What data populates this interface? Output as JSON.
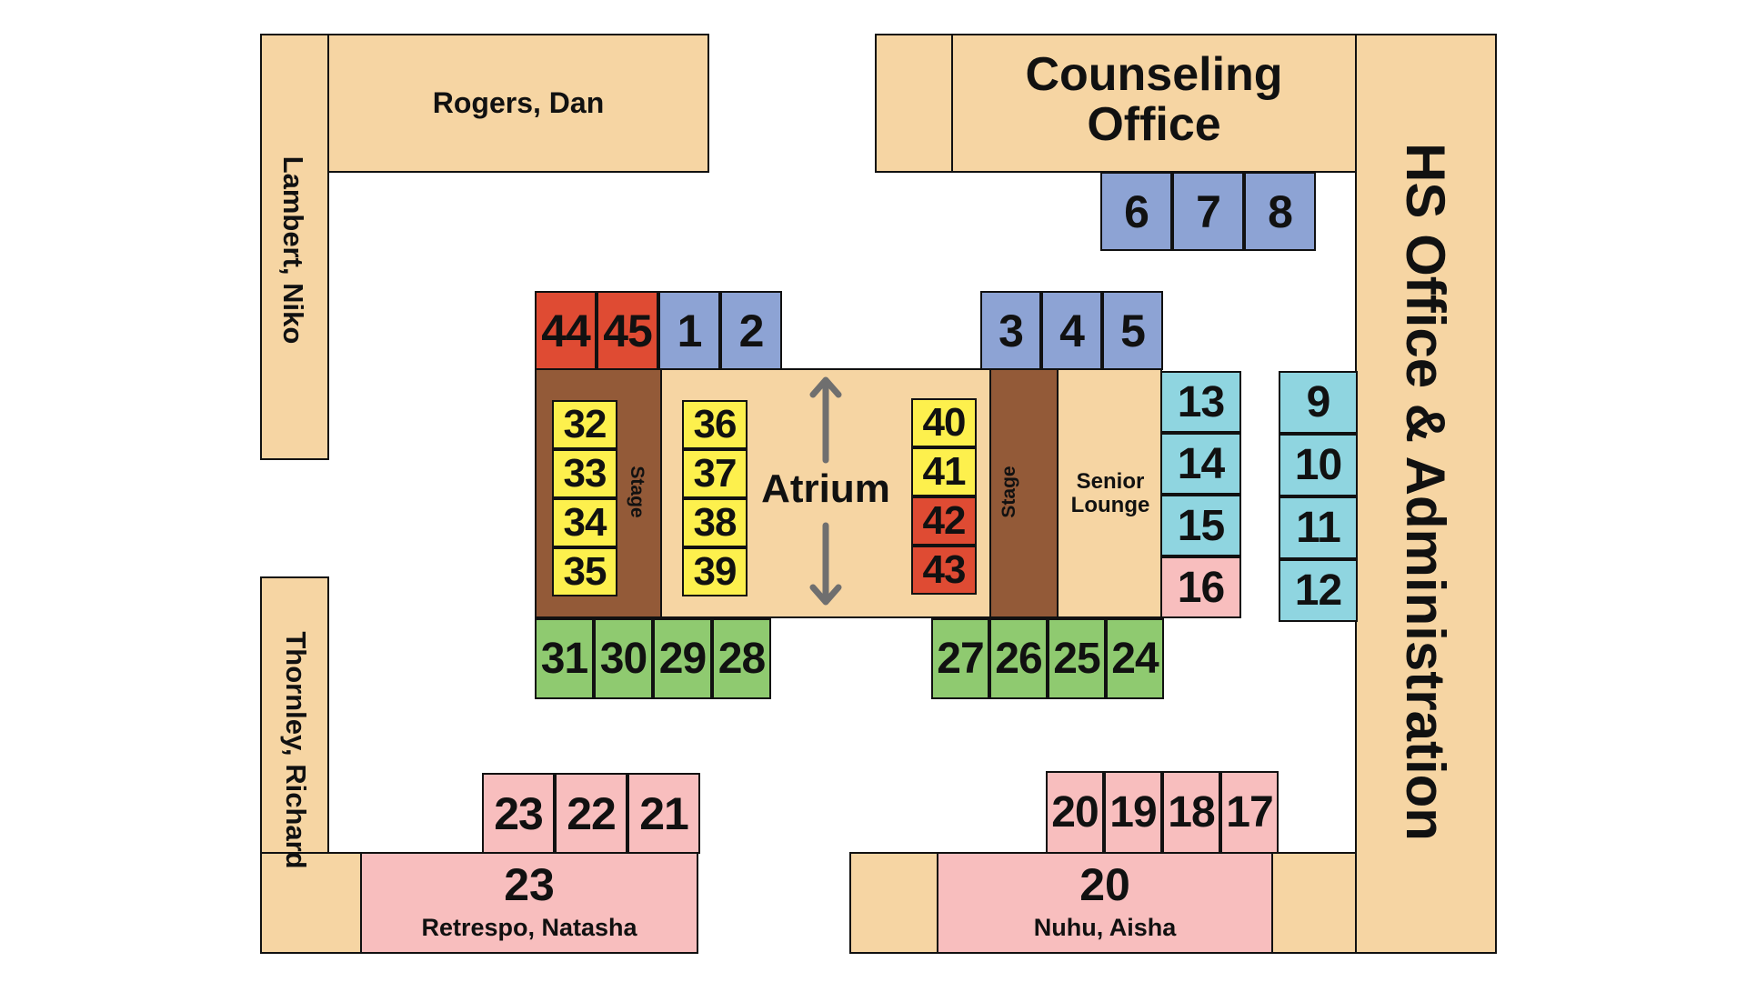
{
  "rooms": {
    "rogers": "Rogers, Dan",
    "lambert": "Lambert, Niko",
    "thornley": "Thornley, Richard",
    "counseling": [
      "Counseling",
      "Office"
    ],
    "hs_office": "HS Office & Administration",
    "retrespo_num": "23",
    "retrespo_name": "Retrespo, Natasha",
    "nuhu_num": "20",
    "nuhu_name": "Nuhu, Aisha",
    "atrium": "Atrium",
    "stage": "Stage",
    "senior_lounge": [
      "Senior",
      "Lounge"
    ]
  },
  "booths": {
    "top_left": [
      "44",
      "45",
      "1",
      "2"
    ],
    "top_right": [
      "3",
      "4",
      "5"
    ],
    "top_counsel": [
      "6",
      "7",
      "8"
    ],
    "right_col": [
      "13",
      "14",
      "15",
      "16"
    ],
    "far_right_col": [
      "9",
      "10",
      "11",
      "12"
    ],
    "bottom_left": [
      "31",
      "30",
      "29",
      "28"
    ],
    "bottom_right": [
      "27",
      "26",
      "25",
      "24"
    ],
    "lower_left": [
      "23",
      "22",
      "21"
    ],
    "lower_right": [
      "20",
      "19",
      "18",
      "17"
    ],
    "atrium_col1": [
      "32",
      "33",
      "34",
      "35"
    ],
    "atrium_col2": [
      "36",
      "37",
      "38",
      "39"
    ],
    "atrium_col3": [
      "40",
      "41",
      "42",
      "43"
    ]
  },
  "colors": {
    "room": "#f6d5a3",
    "pink": "#f8bebe",
    "green": "#8fca70",
    "blue": "#8da3d4",
    "cyan": "#8fd5e0",
    "red": "#df4b33",
    "yellow": "#fdf04d",
    "stage": "#935a38"
  }
}
